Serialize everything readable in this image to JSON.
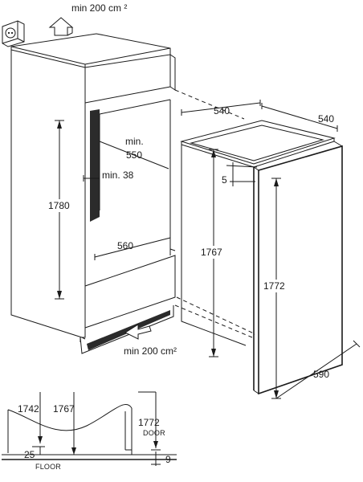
{
  "labels": {
    "vent_top": "min 200 cm ²",
    "vent_bottom": "min 200 cm²",
    "depth_top": "540",
    "width_top": "540",
    "depth_min_a": "min.",
    "depth_min_b": "550",
    "gap_min": "min. 38",
    "height_niche": "1780",
    "width_niche": "560",
    "gap_top": "5",
    "height_appliance": "1767",
    "height_door": "1772",
    "width_door": "590",
    "detail_1742": "1742",
    "detail_1767": "1767",
    "detail_1772": "1772",
    "detail_door": "DOOR",
    "detail_25": "25",
    "detail_9": "9",
    "detail_floor": "FLOOR"
  },
  "icons": {
    "socket": "power-socket-icon",
    "arrow_up": "ventilation-arrow-up-icon",
    "arrow_in": "ventilation-arrow-in-icon"
  }
}
